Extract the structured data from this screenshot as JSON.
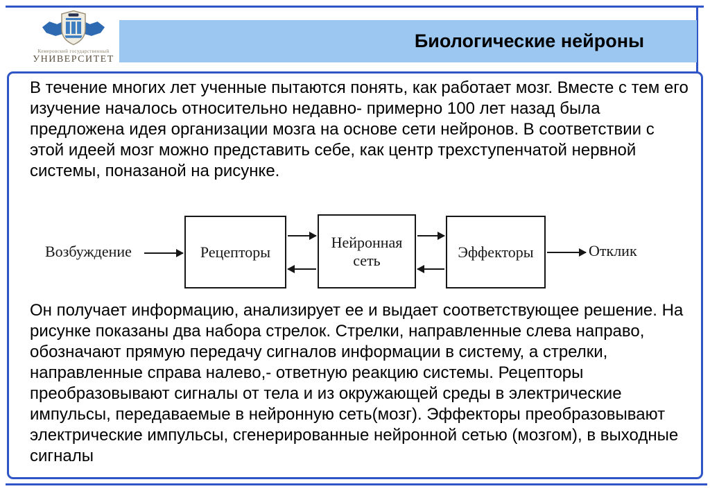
{
  "colors": {
    "frame_blue": "#2f55c6",
    "title_bg": "#9cc7f1",
    "diagram_ink": "#161616"
  },
  "header": {
    "title": "Биологические нейроны",
    "logo": {
      "org_line": "Кемеровский государственный",
      "org_name": "УНИВЕРСИТЕТ"
    }
  },
  "body": {
    "paragraph_intro": "В течение многих лет ученные пытаются понять, как работает мозг. Вместе с тем его изучение началось относительно недавно- примерно 100 лет назад была предложена идея организации мозга на основе сети нейронов. В соответствии с этой идеей мозг можно представить себе, как центр трехступенчатой нервной системы, поназаной на рисунке.",
    "paragraph_description": "Он получает информацию, анализирует ее и выдает соответствующее решение. На рисунке показаны два набора стрелок. Стрелки, направленные слева направо, обозначают прямую передачу сигналов информации в систему, а стрелки, направленные справа налево,- ответную реакцию системы. Рецепторы преобразовывают сигналы от тела и из окружающей среды в электрические импульсы, передаваемые в нейронную сеть(мозг). Эффекторы преобразовывают электрические импульсы, сгенерированные нейронной сетью (мозгом), в выходные сигналы"
  },
  "diagram": {
    "input_label": "Возбуждение",
    "output_label": "Отклик",
    "boxes": [
      "Рецепторы",
      "Нейронная сеть",
      "Эффекторы"
    ]
  }
}
